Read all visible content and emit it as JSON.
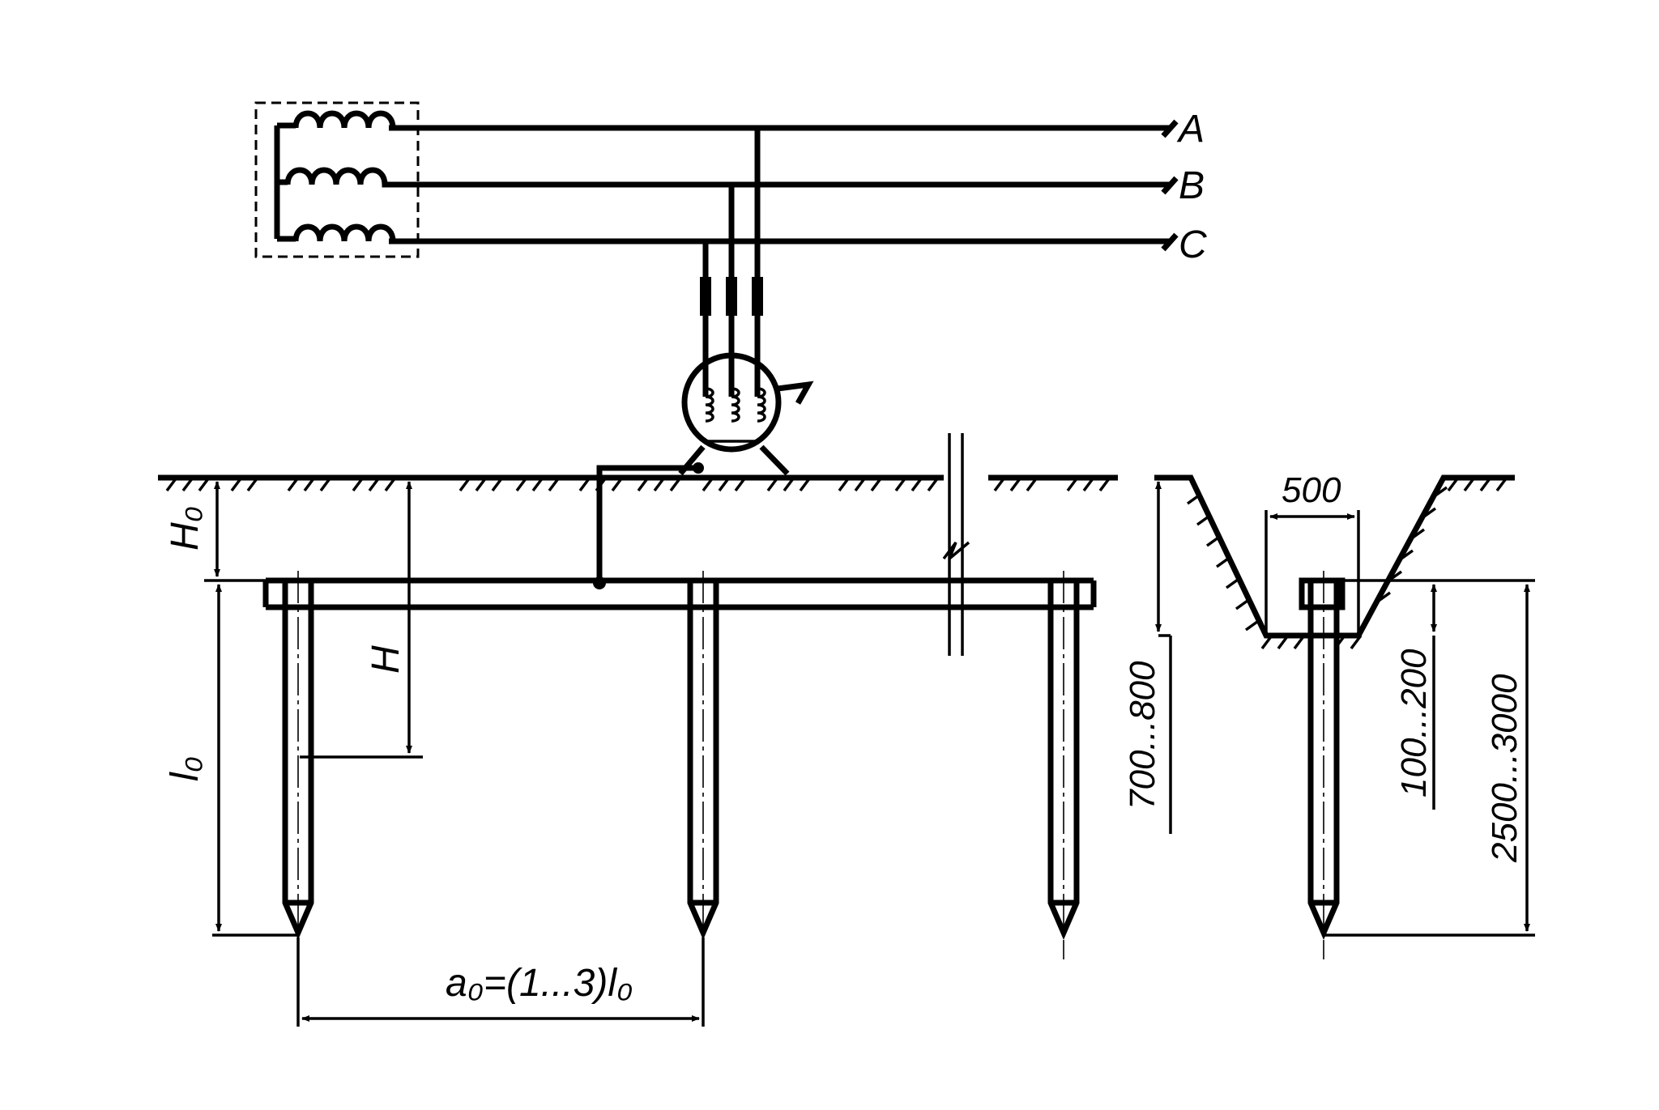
{
  "labels": {
    "phase_a": "A",
    "phase_b": "B",
    "phase_c": "C",
    "depth_top": "H₀",
    "depth_mid": "H",
    "rod_length": "l₀",
    "spacing": "a₀=(1...3)l₀",
    "trench_width": "500",
    "trench_depth": "700...800",
    "strip_offset": "100...200",
    "rod_range": "2500...3000"
  }
}
